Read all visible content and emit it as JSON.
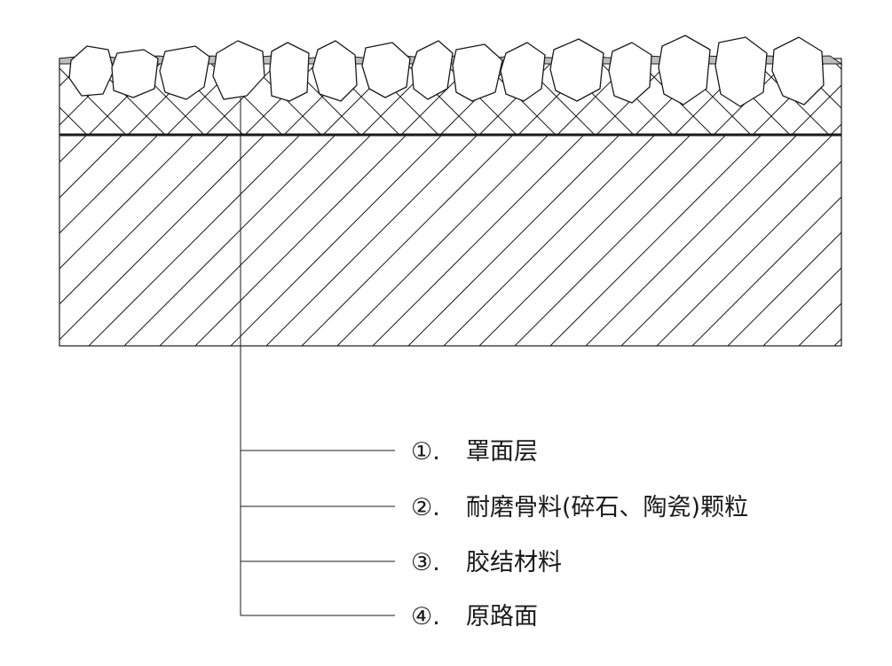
{
  "layers": [
    {
      "num": "①.",
      "name": "罩面层"
    },
    {
      "num": "②.",
      "name": "耐磨骨料(碎石、陶瓷)颗粒"
    },
    {
      "num": "③.",
      "name": "胶结材料"
    },
    {
      "num": "④.",
      "name": "原路面"
    }
  ],
  "colors": {
    "stroke": "#1a1a1a",
    "surface_fill": "#bdbdbd",
    "aggregate_fill": "#ffffff",
    "text": "#1a1a1a"
  }
}
